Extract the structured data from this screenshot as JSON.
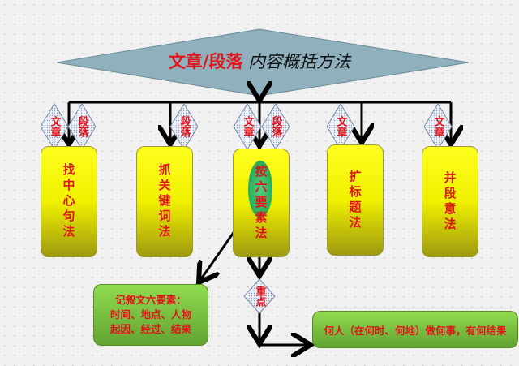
{
  "title": {
    "red": "文章/段落",
    "dark": " 内容概括方法"
  },
  "methods": [
    {
      "label": "找中心句法",
      "tags": [
        "文章",
        "段落"
      ]
    },
    {
      "label": "抓关键词法",
      "tags": [
        "段落"
      ]
    },
    {
      "label": "按六要素法",
      "tags": [
        "文章",
        "段落"
      ]
    },
    {
      "label": "扩标题法",
      "tags": [
        "文章"
      ]
    },
    {
      "label": "并段意法",
      "tags": [
        "文章"
      ]
    }
  ],
  "six_elements": {
    "line1": "记叙文六要素：",
    "line2": "时间、地点、人物",
    "line3": "起因、经过、结果"
  },
  "key_tag": "重点",
  "key_summary": "何人（在何时、何地）做何事，有何结果",
  "colors": {
    "accent": "#e0141a",
    "method_box": "#f0f000",
    "note_box": "#7ec443",
    "title_diamond": "#8fb0bc"
  }
}
